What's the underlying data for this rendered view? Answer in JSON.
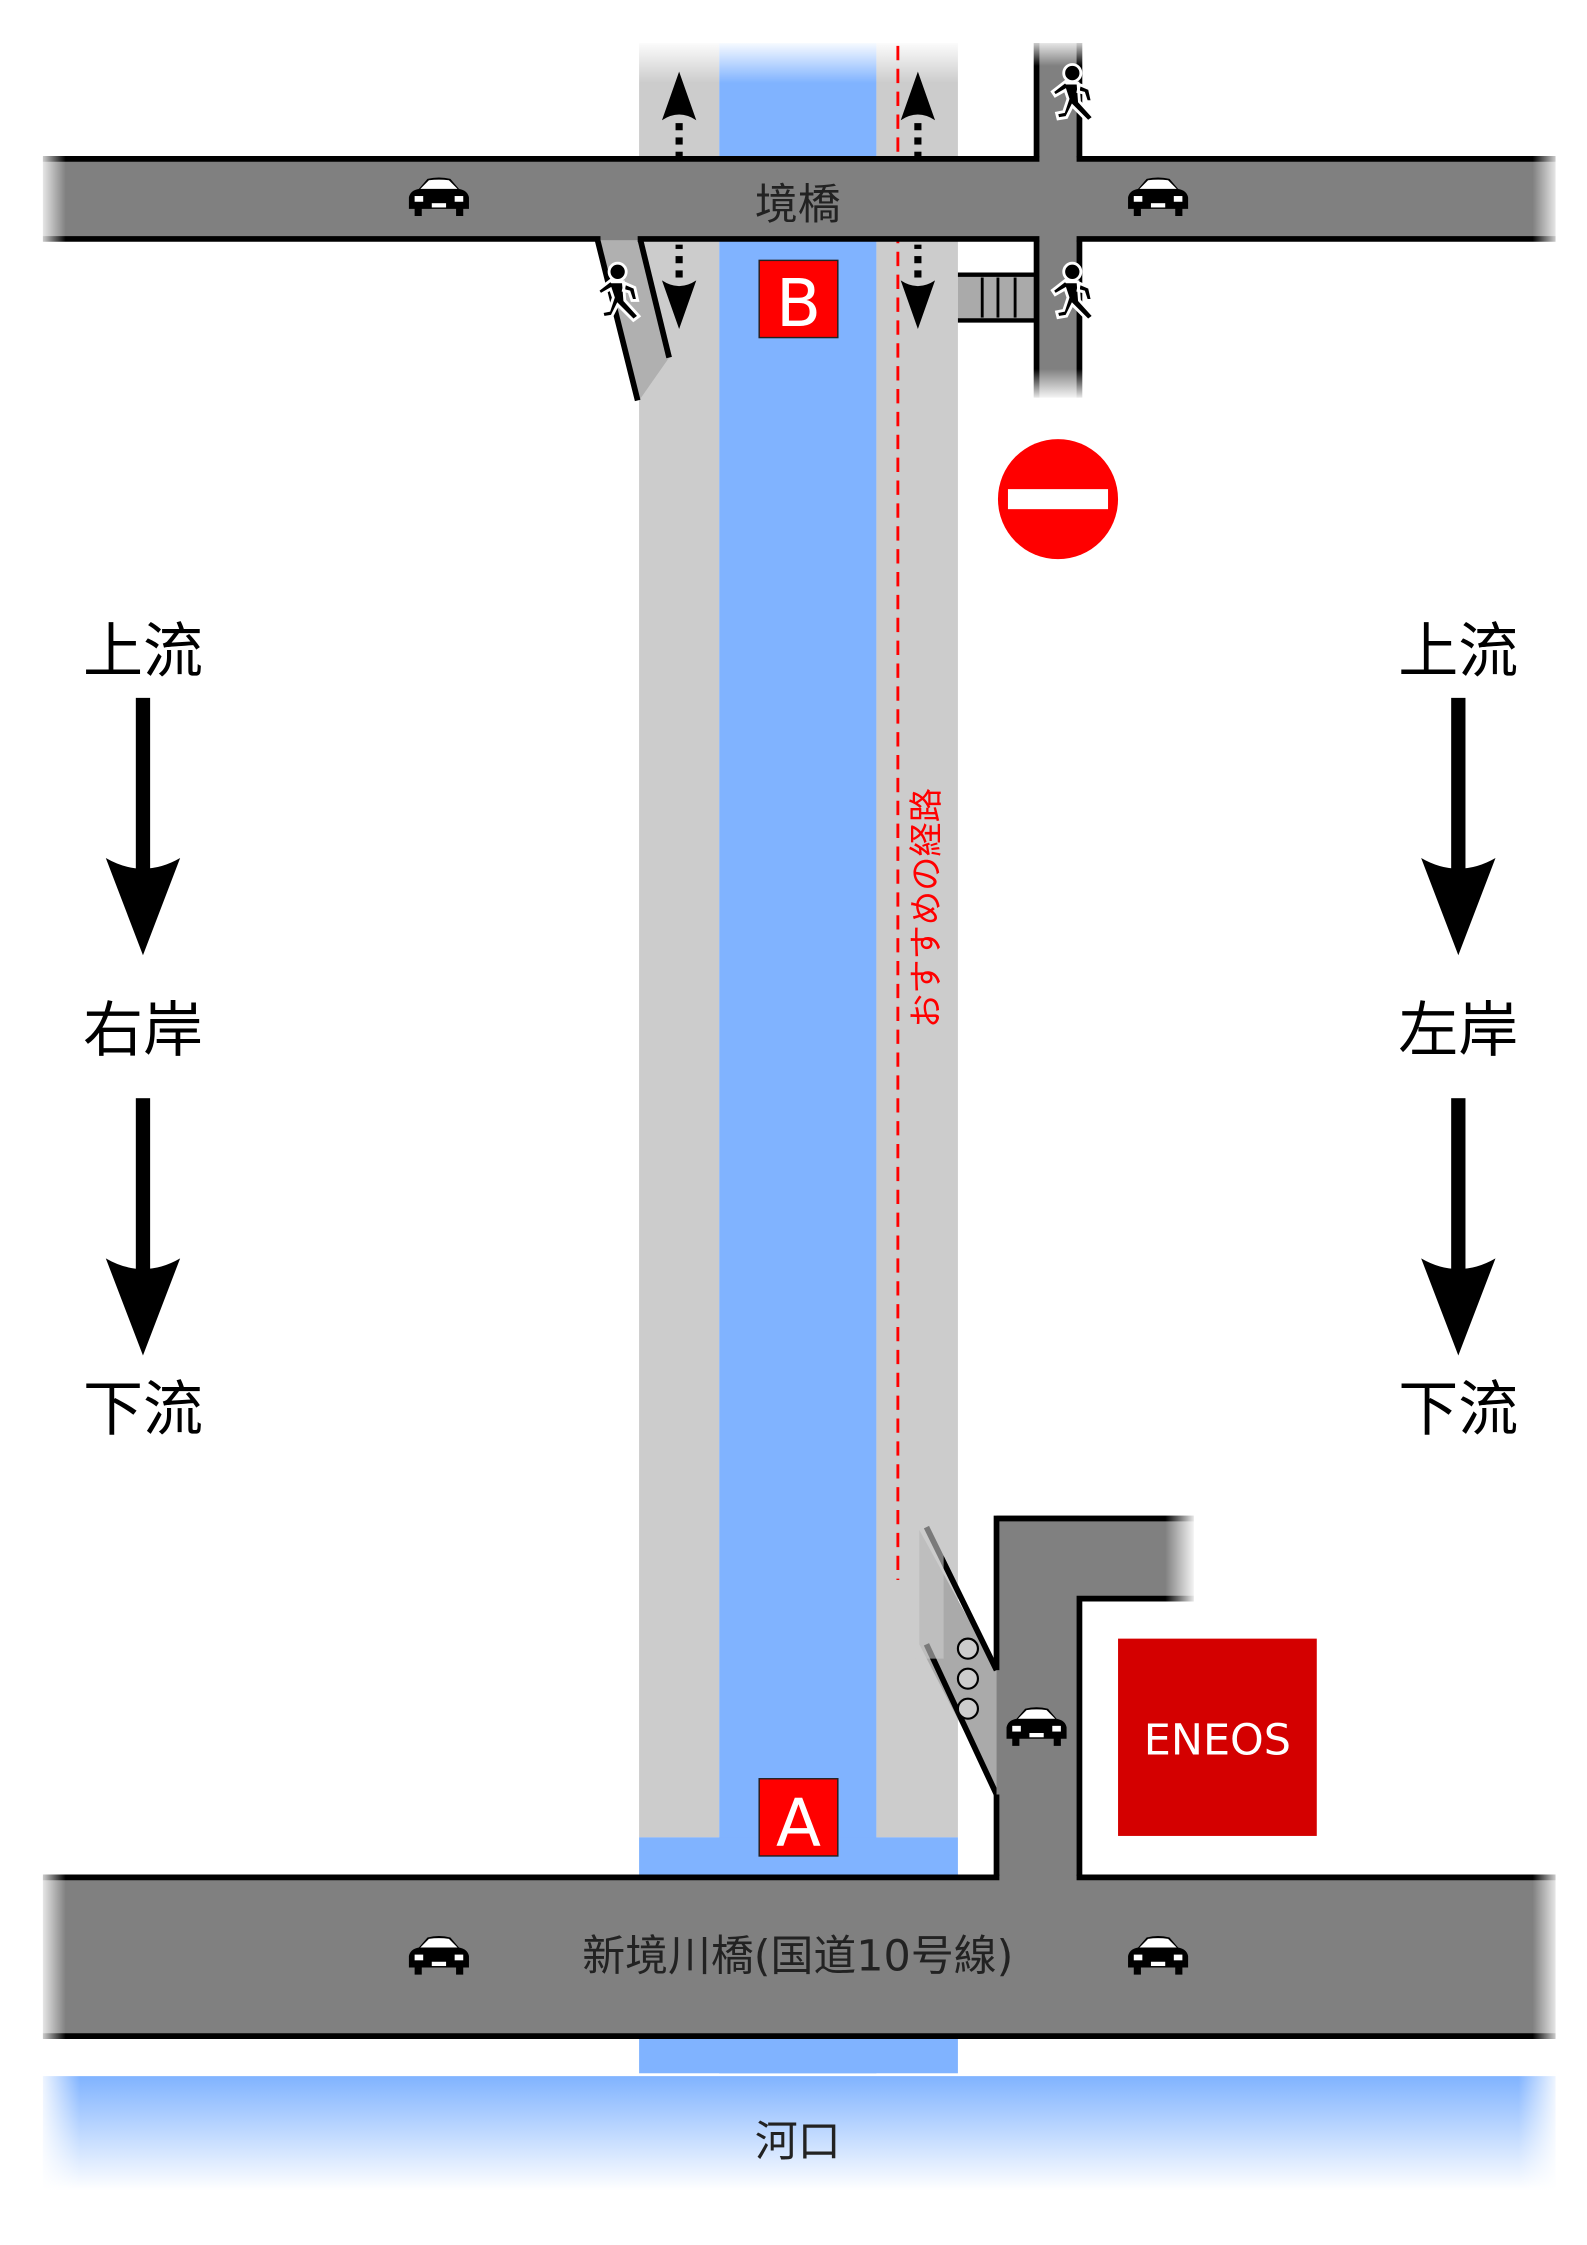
{
  "labels": {
    "bridge_top": "境橋",
    "bridge_bottom": "新境川橋(国道10号線)",
    "estuary": "河口",
    "marker_a": "A",
    "marker_b": "B",
    "gas_station": "ENEOS",
    "recommended_route": "おすすめの経路",
    "left": {
      "upstream": "上流",
      "bank": "右岸",
      "downstream": "下流"
    },
    "right": {
      "upstream": "上流",
      "bank": "左岸",
      "downstream": "下流"
    }
  },
  "icons": [
    "car-icon",
    "pedestrian-icon",
    "no-entry-sign-icon",
    "traffic-light-icon",
    "arrow-up-icon",
    "arrow-down-icon"
  ],
  "colors": {
    "water": "#80b3ff",
    "bank": "#cccccc",
    "road": "#808080",
    "marker": "#ff0000",
    "eneos": "#d40000",
    "route": "#ff0000"
  }
}
